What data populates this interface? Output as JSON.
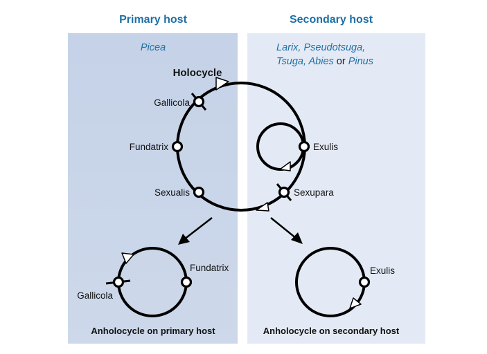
{
  "headers": {
    "primary_host": "Primary host",
    "secondary_host": "Secondary host"
  },
  "hosts": {
    "primary_species": "Picea",
    "secondary_line1": "Larix, Pseudotsuga,",
    "secondary_line2_a": "Tsuga, Abies",
    "secondary_line2_or": " or ",
    "secondary_line2_b": "Pinus"
  },
  "holocycle": {
    "title": "Holocycle",
    "gallicola": "Gallicola",
    "fundatrix": "Fundatrix",
    "sexualis": "Sexualis",
    "exulis": "Exulis",
    "sexupara": "Sexupara"
  },
  "anholo_primary": {
    "fundatrix": "Fundatrix",
    "gallicola": "Gallicola",
    "caption": "Anholocycle on primary host"
  },
  "anholo_secondary": {
    "exulis": "Exulis",
    "caption": "Anholocycle on secondary host"
  },
  "colors": {
    "primary_panel": "#c8d4e8",
    "secondary_panel": "#e3e9f4",
    "heading": "#1d6fa5"
  }
}
